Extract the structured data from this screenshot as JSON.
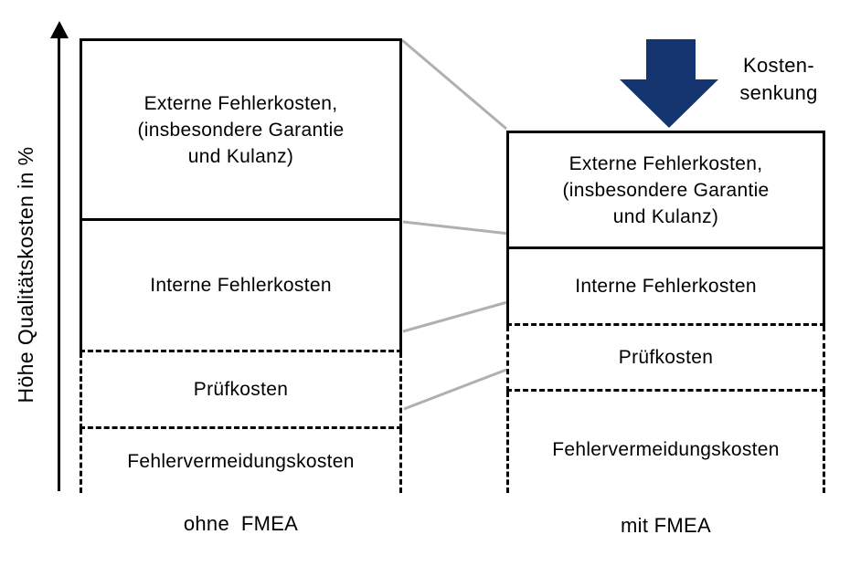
{
  "diagram": {
    "y_axis_label": "Höhe Qualitätskosten in %",
    "columns": [
      {
        "footer_label": "ohne  FMEA",
        "boxes": [
          {
            "label": "Externe Fehlerkosten,\n(insbesondere Garantie\nund Kulanz)",
            "border": "solid"
          },
          {
            "label": "Interne Fehlerkosten",
            "border": "solid"
          },
          {
            "label": "Prüfkosten",
            "border": "dashed"
          },
          {
            "label": "Fehlervermeidungskosten",
            "border": "dashed-open-bottom"
          }
        ]
      },
      {
        "footer_label": "mit FMEA",
        "boxes": [
          {
            "label": "Externe Fehlerkosten,\n(insbesondere Garantie\nund Kulanz)",
            "border": "solid"
          },
          {
            "label": "Interne Fehlerkosten",
            "border": "solid"
          },
          {
            "label": "Prüfkosten",
            "border": "dashed"
          },
          {
            "label": "Fehlervermeidungskosten",
            "border": "dashed-open-bottom"
          }
        ]
      }
    ],
    "annotation": {
      "line1": "Kosten-",
      "line2": "senkung"
    },
    "colors": {
      "arrow_fill": "#14356f",
      "connector_stroke": "#b0b0b0",
      "line_black": "#000000"
    }
  }
}
